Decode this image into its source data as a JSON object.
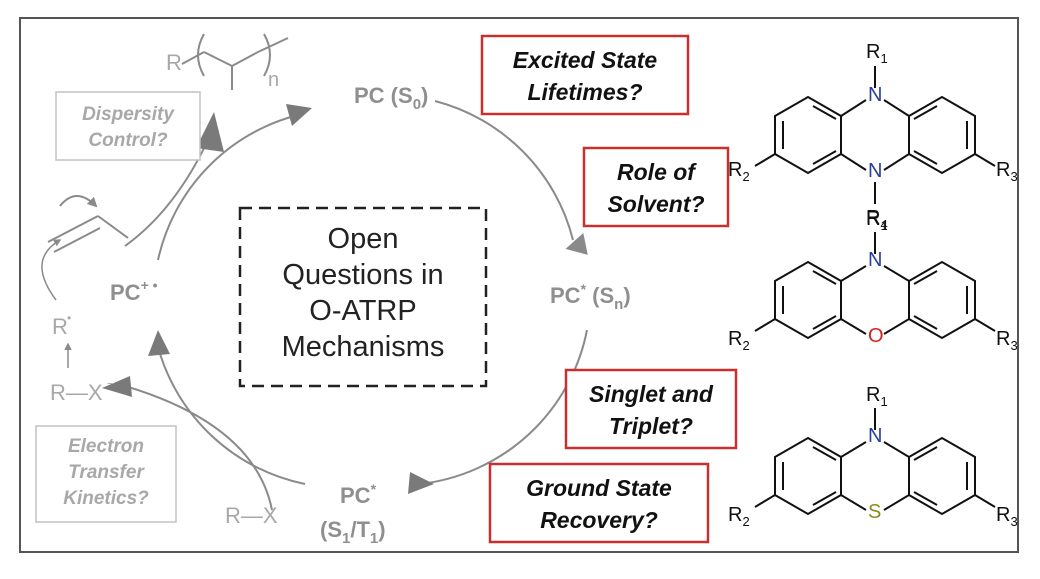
{
  "center_box": {
    "lines": [
      "Open",
      "Questions in",
      "O-ATRP",
      "Mechanisms"
    ]
  },
  "cycle": {
    "pc_s0": {
      "main": "PC (S",
      "sub": "0",
      "end": ")"
    },
    "pc_sn": {
      "main": "PC",
      "sup": "*",
      "mid": " (S",
      "sub": "n",
      "end": ")"
    },
    "pc_s1t1": {
      "line1": "PC",
      "line1_sup": "*",
      "line2a": "(S",
      "sub1": "1",
      "slash": "/T",
      "sub2": "1",
      "end": ")"
    },
    "pc_radical_cation": {
      "main": "PC",
      "sup": "+ •"
    }
  },
  "side_chem": {
    "polymer_r": "R",
    "polymer_n": "n",
    "radical_r": "R",
    "radical_dot": "•",
    "rx_anion": "R—X",
    "rx_anion_sup": "−",
    "rx": "R—X"
  },
  "gray_questions": {
    "dispersity": [
      "Dispersity",
      "Control?"
    ],
    "electron_transfer": [
      "Electron",
      "Transfer",
      "Kinetics?"
    ]
  },
  "red_questions": {
    "lifetimes": [
      "Excited State",
      "Lifetimes?"
    ],
    "solvent": [
      "Role of",
      "Solvent?"
    ],
    "singlet": [
      "Singlet and",
      "Triplet?"
    ],
    "ground": [
      "Ground State",
      "Recovery?"
    ]
  },
  "structures": {
    "phenazine": {
      "n_top": "N",
      "n_bottom": "N",
      "r1": "R",
      "r1_sub": "1",
      "r2": "R",
      "r2_sub": "2",
      "r3": "R",
      "r3_sub": "3",
      "r4": "R",
      "r4_sub": "4"
    },
    "phenoxazine": {
      "n_top": "N",
      "o": "O",
      "r1": "R",
      "r1_sub": "1",
      "r2": "R",
      "r2_sub": "2",
      "r3": "R",
      "r3_sub": "3"
    },
    "phenothiazine": {
      "n_top": "N",
      "s": "S",
      "r1": "R",
      "r1_sub": "1",
      "r2": "R",
      "r2_sub": "2",
      "r3": "R",
      "r3_sub": "3"
    }
  },
  "colors": {
    "red_border": "#c8302f",
    "gray_text": "#a8a8a8",
    "nitrogen": "#2a3f9e",
    "oxygen": "#d2231e",
    "sulfur": "#8f8a1e"
  }
}
